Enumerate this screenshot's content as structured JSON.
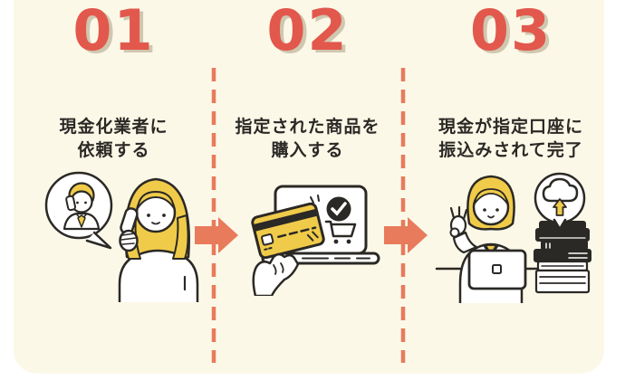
{
  "colors": {
    "page_background": "#FFFFFF",
    "panel": "#FCF8E8",
    "step_number_red": "#E2584C",
    "arrow_coral": "#E87B5C",
    "illustration_yellow": "#F0CB4A",
    "outline_ink": "#2B2925",
    "number_shadow": "#CFC7B0"
  },
  "steps": [
    {
      "number": "01",
      "label_lines": [
        "現金化業者に",
        "依頼する"
      ],
      "illustration": "woman-requesting-by-phone-with-operator-bubble"
    },
    {
      "number": "02",
      "label_lines": [
        "指定された商品を",
        "購入する"
      ],
      "illustration": "hand-with-credit-card-laptop-check-cart"
    },
    {
      "number": "03",
      "label_lines": [
        "現金が指定口座に",
        "振込みされて完了"
      ],
      "illustration": "woman-ok-sign-laptop-books-cloud-upload"
    }
  ],
  "dividers": {
    "style": "dashed-vertical",
    "count": 2
  },
  "arrows": {
    "direction": "right",
    "count": 2
  }
}
